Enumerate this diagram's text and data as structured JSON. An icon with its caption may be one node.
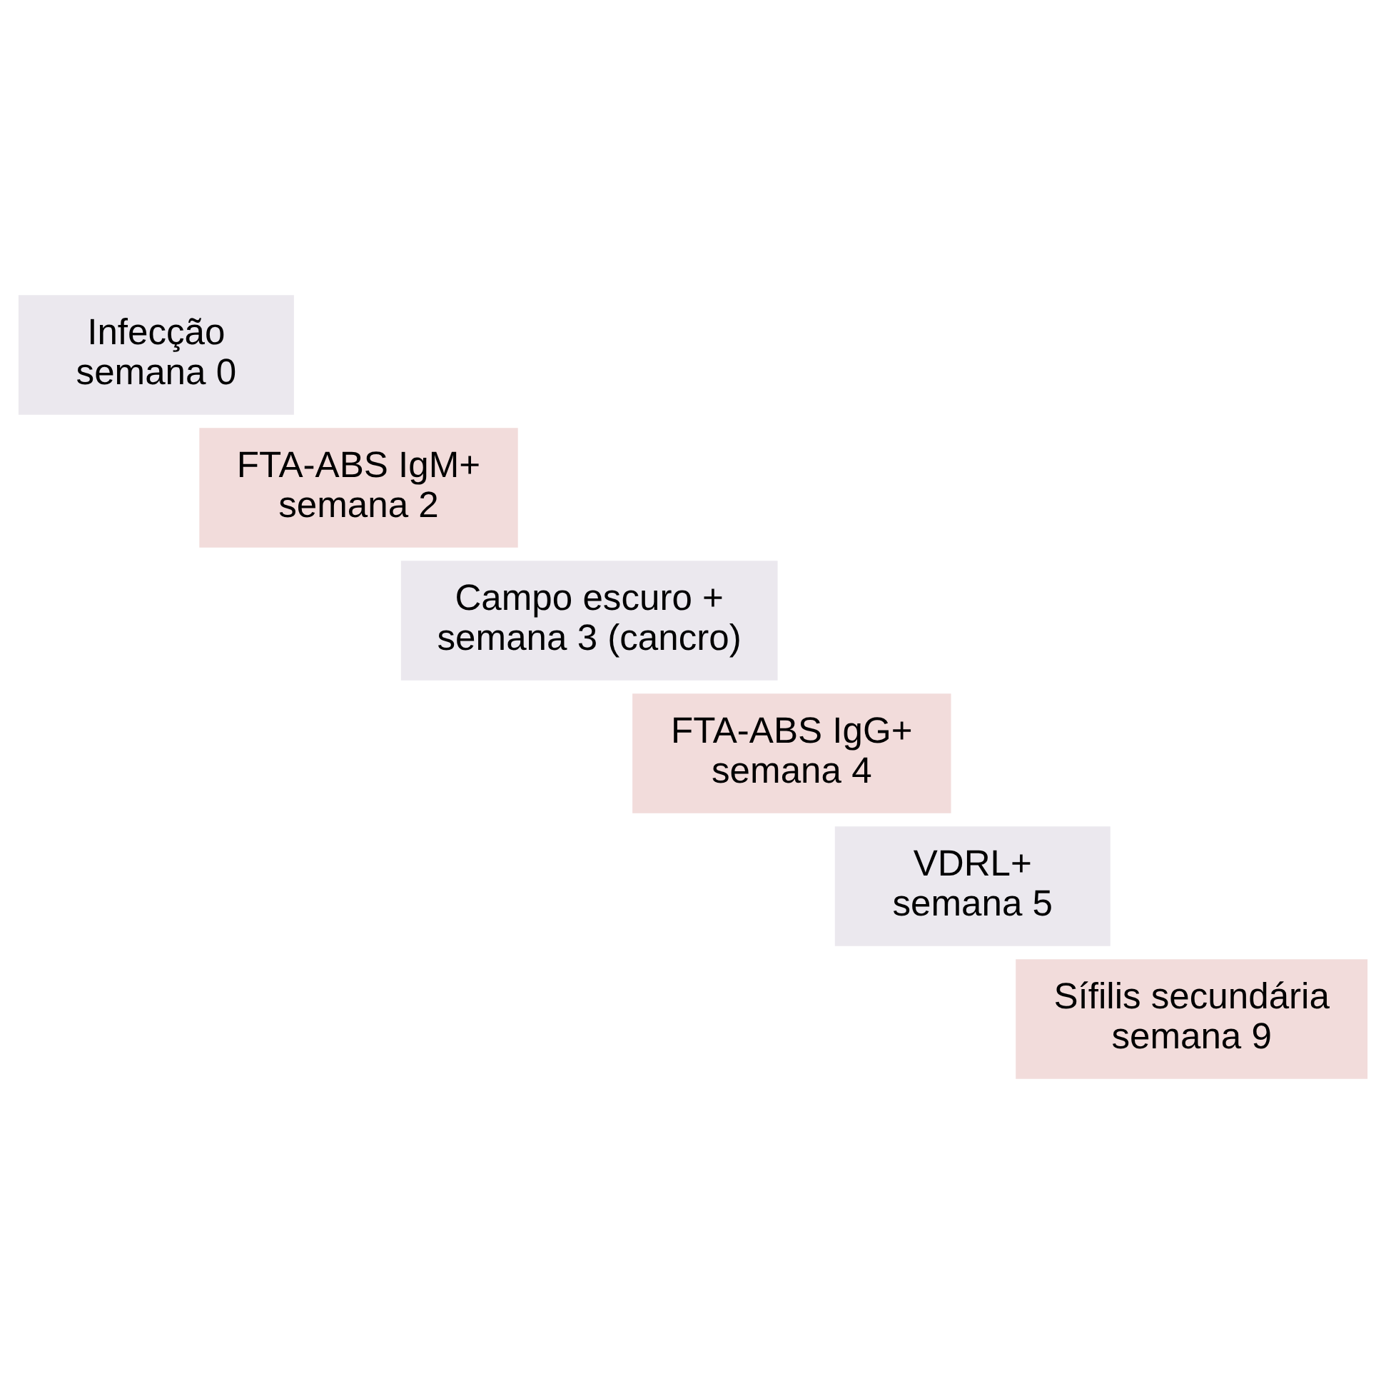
{
  "diagram": {
    "nodes": [
      {
        "text": [
          "Infecção",
          "semana 0"
        ]
      },
      {
        "text": [
          "FTA-ABS IgM+",
          "semana 2"
        ]
      },
      {
        "text": [
          "Campo escuro +",
          "semana 3 (cancro)"
        ]
      },
      {
        "text": [
          "FTA-ABS IgG+",
          "semana 4"
        ]
      },
      {
        "text": [
          "VDRL+",
          "semana 5"
        ]
      },
      {
        "text": [
          "Sífilis secundária",
          "semana 9"
        ]
      }
    ]
  }
}
